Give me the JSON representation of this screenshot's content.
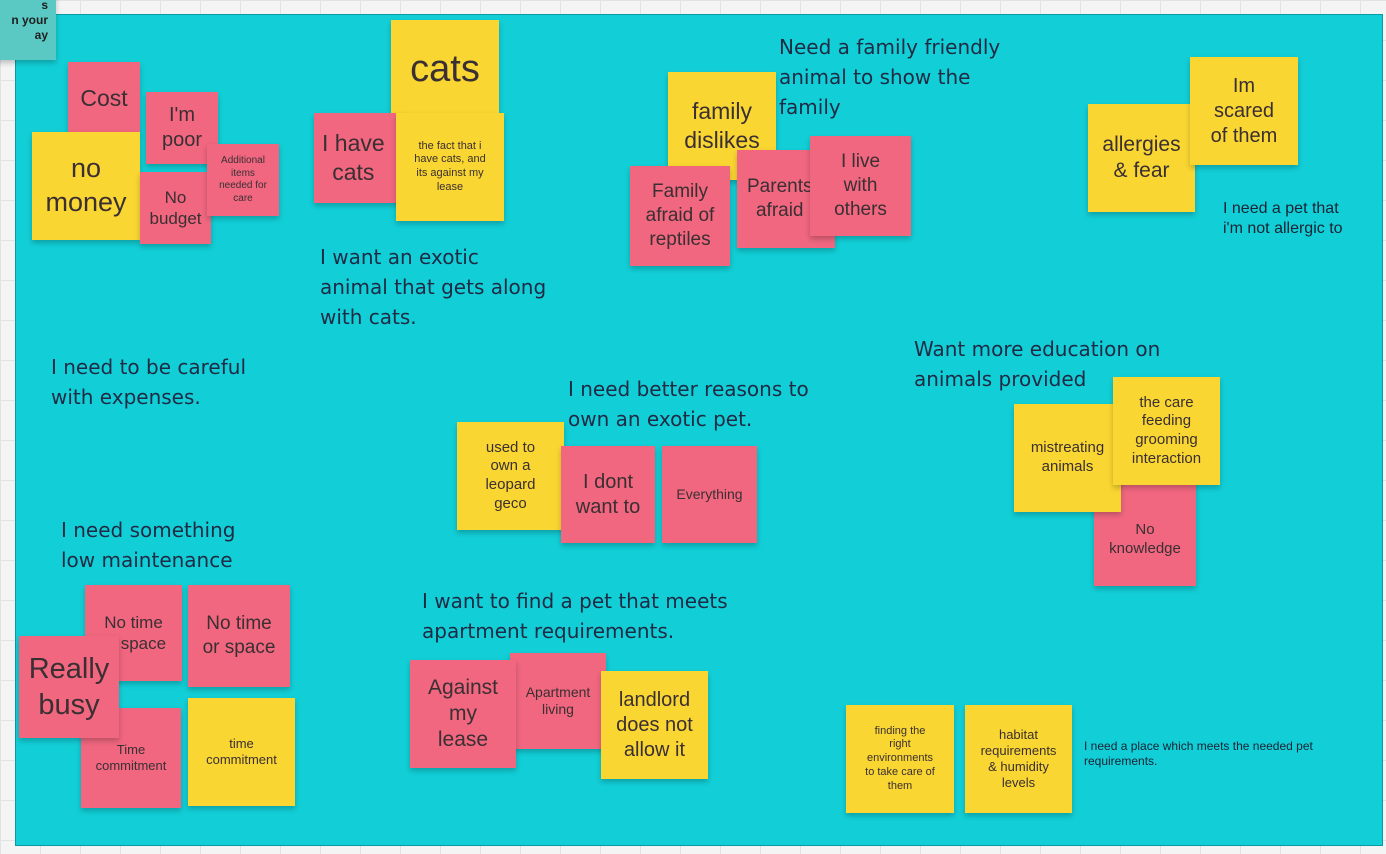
{
  "board": {
    "corner_note": "s\nn your\nay",
    "stickies": {
      "cost": "Cost",
      "no_money": "no\nmoney",
      "im_poor": "I'm\npoor",
      "no_budget": "No\nbudget",
      "additional_items": "Additional\nitems\nneeded for\ncare",
      "cats": "cats",
      "i_have_cats": "I have\ncats",
      "lease_cats": "the fact that i\nhave cats, and\nits against my\nlease",
      "family_dislikes": "family\ndislikes",
      "family_afraid": "Family\nafraid of\nreptiles",
      "parents_afraid": "Parents\nafraid",
      "live_with_others": "I live\nwith\nothers",
      "allergies_fear": "allergies\n& fear",
      "scared_of_them": "Im\nscared\nof them",
      "leopard_geco": "used to\nown a\nleopard\ngeco",
      "dont_want_to": "I dont\nwant to",
      "everything": "Everything",
      "mistreating": "mistreating\nanimals",
      "care_feeding": "the care\nfeeding\ngrooming\ninteraction",
      "no_knowledge": "No\nknowledge",
      "no_time_space_1": "No time\nor space",
      "no_time_space_2": "No time\nor space",
      "really_busy": "Really\nbusy",
      "time_commitment_1": "Time\ncommitment",
      "time_commitment_2": "time\ncommitment",
      "against_lease": "Against\nmy\nlease",
      "apartment_living": "Apartment\nliving",
      "landlord": "landlord\ndoes not\nallow it",
      "right_environments": "finding the\nright\nenvironments\nto take care of\nthem",
      "habitat_requirements": "habitat\nrequirements\n& humidity\nlevels"
    },
    "labels": {
      "exotic_cats": "I want an exotic\nanimal that gets along\nwith cats.",
      "family_friendly": "Need a family friendly\nanimal to show the\nfamily",
      "not_allergic": "I need a pet that\ni'm not allergic to",
      "careful_expenses": "I need to be careful\nwith expenses.",
      "better_reasons": "I need better reasons to\nown an exotic pet.",
      "more_education": "Want more education on\nanimals provided",
      "low_maintenance": "I need something\nlow maintenance",
      "apartment_requirements": "I want to find a pet that meets\napartment requirements.",
      "place_requirements": "I need a place which meets the needed pet\nrequirements."
    }
  },
  "colors": {
    "frame": "#12ced6",
    "pink_sticky": "#f0677f",
    "yellow_sticky": "#f9d631",
    "teal_sticky": "#5ac8c3"
  }
}
